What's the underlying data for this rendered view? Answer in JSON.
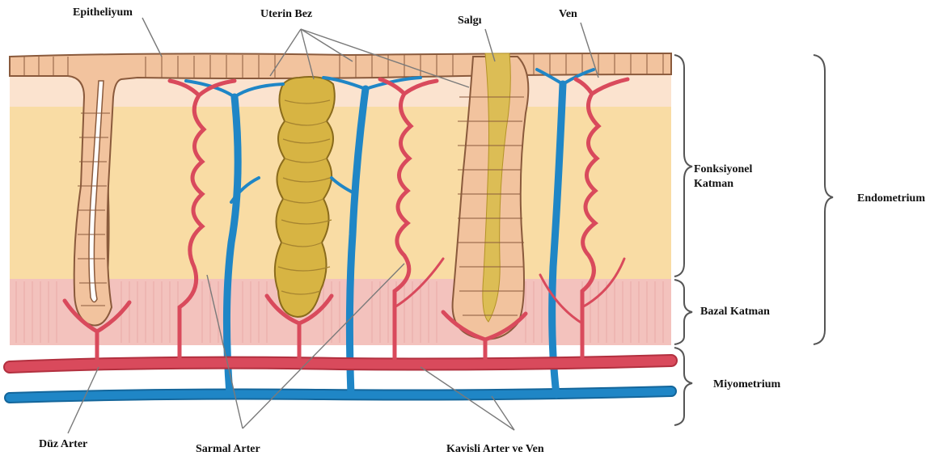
{
  "labels": {
    "epitheliyum": "Epitheliyum",
    "uterin_bez": "Uterin Bez",
    "salgi": "Salgı",
    "ven": "Ven",
    "fonksiyonel_1": "Fonksiyonel",
    "fonksiyonel_2": "Katman",
    "endometrium": "Endometrium",
    "bazal_katman": "Bazal Katman",
    "miyometrium": "Miyometrium",
    "duz_arter": "Düz Arter",
    "sarmal_arter": "Sarmal Arter",
    "kavisli": "Kavisli Arter ve Ven"
  },
  "colors": {
    "functional_layer": "#f9dca4",
    "surface_layer": "#fbe3cf",
    "basal_layer": "#f3c2bd",
    "epithelium_fill": "#f2c39e",
    "epithelium_stroke": "#8a5a3c",
    "gland_fill": "#d7b443",
    "gland_stroke": "#8a6b1c",
    "secretion": "#dcbd55",
    "artery": "#d94a5c",
    "artery_dark": "#b2303f",
    "vein": "#1f86c6",
    "vein_dark": "#14669b"
  }
}
